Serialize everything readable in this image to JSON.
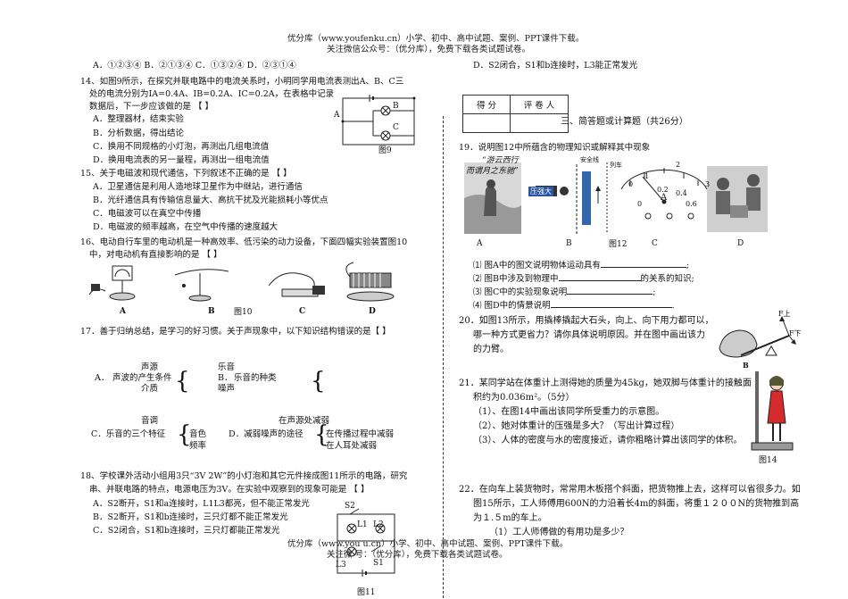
{
  "header": {
    "line1": "优分库（www.youfenku.cn）小学、初中、高中试题、案例、PPT课件下载。",
    "line2": "关注微信公众号：（优分库），免费下载各类试题试卷。"
  },
  "footer": {
    "line1": "优分库（www.you    u.cn）小学、初中、高中试题、案例、PPT课件下载。",
    "line2": "关注微    号：（优分库），免费下载各类试题试卷。"
  },
  "left": {
    "q13_options": "A．①②③④      B．②①③④      C．①③②④      D．②③①④",
    "q14": {
      "line1": "14、如图9所示，在探究并联电路中的电流关系时，小明同学用电流表测出A、B、C三",
      "line2": "处的电流分别为IA=0.4A、IB=0.2A、IC=0.2A，在表格中记录",
      "line3": "数据后，下一步应该做的是                 【    】",
      "opts": [
        "A．整理器材，结束实验",
        "B．分析数据，得出结论",
        "C．换用不同规格的小灯泡，再测出几组电流值",
        "D．换用电流表的另一量程，再测出一组电流值"
      ],
      "fig": "图9",
      "labels": [
        "A",
        "B",
        "C"
      ]
    },
    "q15": {
      "stem": "15、关于电磁波和现代通信，下列叙述不正确的是                                    【    】",
      "opts": [
        "A．卫星通信是利用人造地球卫星作为中继站，进行通信",
        "B．光纤通信具有传输信息量大、高抗干扰及光能损耗小等优点",
        "C．电磁波可以在真空中传播",
        "D．电磁波的频率越高，在空气中传播的速度越大"
      ]
    },
    "q16": {
      "line1": "16、电动自行车里的电动机是一种高效率、低污染的动力设备，下面四幅实验装置图10",
      "line2": "中，对电动机有直接影响的是                                              【    】",
      "fig": "图10",
      "labels": [
        "A",
        "B",
        "C",
        "D"
      ]
    },
    "q17": {
      "stem": "17．善于归纳总结，是学习的好习惯。关于声现象中，以下知识结构错误的是【    】",
      "a_label": "A．",
      "a_left": "声波的产生条件",
      "a_top": "声源",
      "a_bot": "介质",
      "b_label": "B．",
      "b_top": "乐音",
      "b_mid": "乐音的种类",
      "b_bot": "噪声",
      "c_label": "C．乐音的三个特征",
      "c_top": "音调",
      "c_mid": "音色",
      "c_bot": "频率",
      "d_label": "D．减弱噪声的途径",
      "d_top": "在声源处减弱",
      "d_mid": "在传播过程中减弱",
      "d_bot": "在人耳处减弱"
    },
    "q18": {
      "line1": "18、学校课外活动小组用3只“3V 2W”的小灯泡和其它元件接成图11所示的电路，研究",
      "line2": "串、并联电路的特点，电源电压为3V。在实验中观察到的现象可能是    【    】",
      "opts": [
        "A．S2断开，S1和a连接时，L1L3都亮，但不能正常发光",
        "B．S2断开，S1和b连接时，三只灯都不能正常发光",
        "C．S2闭合，S1和b连接时，三只灯都能正常发光"
      ],
      "fig": "图11",
      "labels": [
        "S2",
        "L1",
        "L2",
        "L3",
        "S1"
      ]
    }
  },
  "right": {
    "q18_d": "D．S2闭合，S1和b连接时，L3能正常发光",
    "score_table": {
      "c1": "得 分",
      "c2": "评 卷 人"
    },
    "section_title": "三、简答题或计算题（共26分）",
    "q19": {
      "stem": "19．说明图12中所蕴含的物理知识或解释其中现象",
      "fig": "图12",
      "labels": [
        "A",
        "B",
        "C",
        "D"
      ],
      "poem1": "“游云西行",
      "poem2": "而谓月之东驰”",
      "b_pressure": "压强大",
      "b_safety": "安全线",
      "b_train": "列车",
      "c_scale": [
        "1",
        "2",
        "0",
        "3",
        "0.2",
        "0.4",
        "0",
        "0.6"
      ],
      "c_unit": "A",
      "sub": [
        "⑴ 图A中的图文说明物体运动具有",
        "⑵ 图B中涉及到物理中",
        "⑶ 图C中的实验现象说明",
        "⑷ 图D中的情景说明"
      ],
      "sub_tail": [
        ";",
        "的关系的知识;",
        ";",
        "."
      ]
    },
    "q20": {
      "line1": "20．如图13所示，用撬棒撬起大石头，向上、向下用力都可以，",
      "line2": "哪一种方式更省力？请你具体说明原因。并在图中画出该力",
      "line3": "的力臂。",
      "labels": [
        "F上",
        "F下",
        "B"
      ]
    },
    "q21": {
      "line1": "21．某同学站在体重计上测得她的质量为45kg，她双脚与体重计的接触面",
      "line2": "积约为0.036m²。（5分）",
      "sub": [
        "（1）、在图14中画出该同学所受重力的示意图。",
        "（2）、她对体重计的压强是多大？（写出计算过程）",
        "（3）、人体的密度与水的密度接近，请你粗略计算出该同学的体积。"
      ],
      "fig": "图14"
    },
    "q22": {
      "line1": "22．在向车上装货物时，常常用木板搭个斜面，把货物推上去，这样可以省很多力。如",
      "line2": "图15所示，工人师傅用600N的力沿着长4m的斜面，将重１２００N的货物推到高",
      "line3": "为１.５m的车上。",
      "sub1": "（1）工人师傅做的有用功是多少？"
    }
  }
}
